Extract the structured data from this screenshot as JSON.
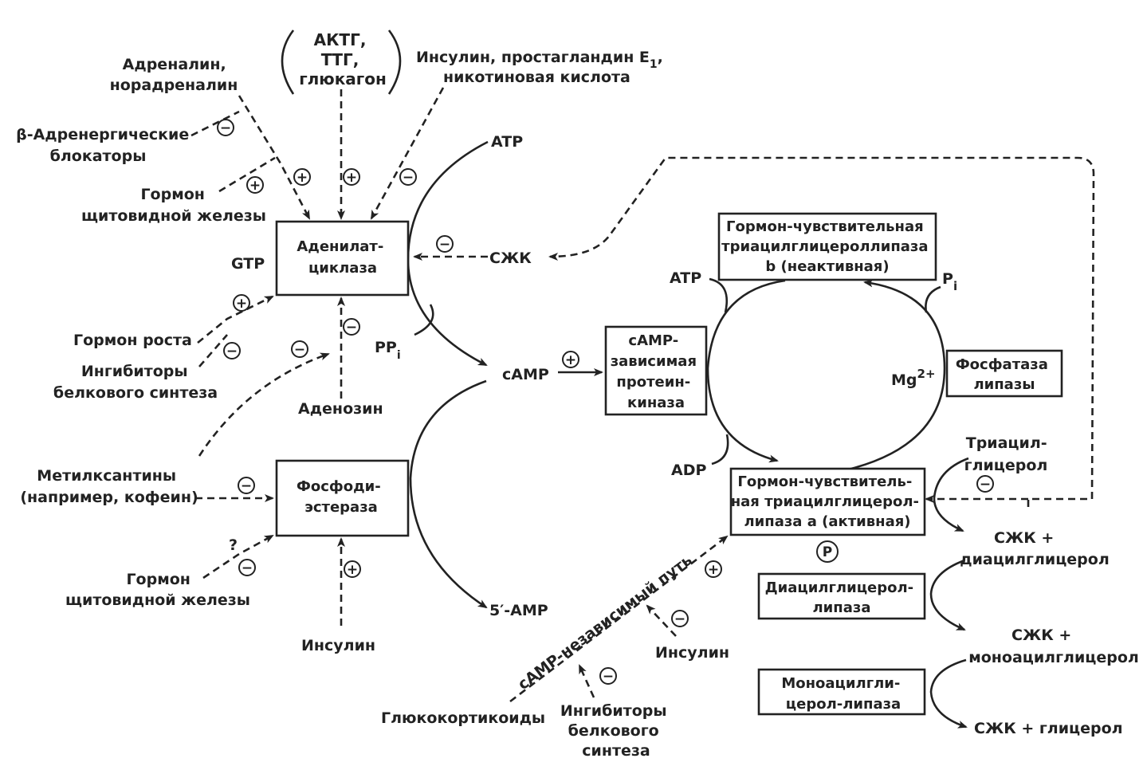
{
  "boxes": {
    "adenylate_cyclase": [
      "Аденилат-",
      "циклаза"
    ],
    "phosphodiesterase": [
      "Фосфоди-",
      "эстераза"
    ],
    "protein_kinase": [
      "cAMP-",
      "зависимая",
      "протеин-",
      "киназа"
    ],
    "lipase_b": [
      "Гормон-чувствительная",
      "триацилглицероллипаза",
      "b (неактивная)"
    ],
    "lipase_a": [
      "Гормон-чувствитель-",
      "ная триацилглицерол-",
      "липаза а (активная)"
    ],
    "lipase_phosphatase": [
      "Фосфатаза",
      "липазы"
    ],
    "dag_lipase": [
      "Диацилглицерол-",
      "липаза"
    ],
    "mag_lipase": [
      "Моноацилгли-",
      "церол-липаза"
    ]
  },
  "labels": {
    "adrenaline": [
      "Адреналин,",
      "норадреналин"
    ],
    "acth": [
      "АКТГ,",
      "ТТГ,",
      "глюкагон"
    ],
    "insulin_pg": [
      "Инсулин, простагландин E",
      "1",
      ","
    ],
    "nicotinic": "никотиновая кислота",
    "beta_blockers": [
      "β-Адренергические",
      "блокаторы"
    ],
    "thyroid_top": [
      "Гормон",
      "щитовидной железы"
    ],
    "gtp": "GTP",
    "atp_top": "ATP",
    "ffa_mid": "СЖК",
    "ppi": [
      "PP",
      "i"
    ],
    "camp": "cAMP",
    "five_amp": "5′-AMP",
    "growth_hormone": "Гормон роста",
    "protein_inhib_left": [
      "Ингибиторы",
      "белкового синтеза"
    ],
    "adenosine": "Аденозин",
    "methylxanthines": [
      "Метилксантины",
      "(например, кофеин)"
    ],
    "thyroid_bottom": [
      "Гормон",
      "щитовидной железы"
    ],
    "question": "?",
    "insulin_left": "Инсулин",
    "atp_cycle": "ATP",
    "adp_cycle": "ADP",
    "pi": [
      "P",
      "i"
    ],
    "mg": [
      "Mg",
      "2+"
    ],
    "triacylglycerol": [
      "Триацил-",
      "глицерол"
    ],
    "ffa_dag": [
      "СЖК +",
      "диацилглицерол"
    ],
    "ffa_mag": [
      "СЖК +",
      "моноацилглицерол"
    ],
    "ffa_glycerol": "СЖК + глицерол",
    "camp_independent": "cAMP-независимый путь",
    "insulin_right": "Инсулин",
    "glucocorticoids": "Глюкокортикоиды",
    "protein_inhib_bottom": [
      "Ингибиторы",
      "белкового",
      "синтеза"
    ],
    "phospho_p": "P",
    "plus": "+",
    "minus": "−"
  }
}
